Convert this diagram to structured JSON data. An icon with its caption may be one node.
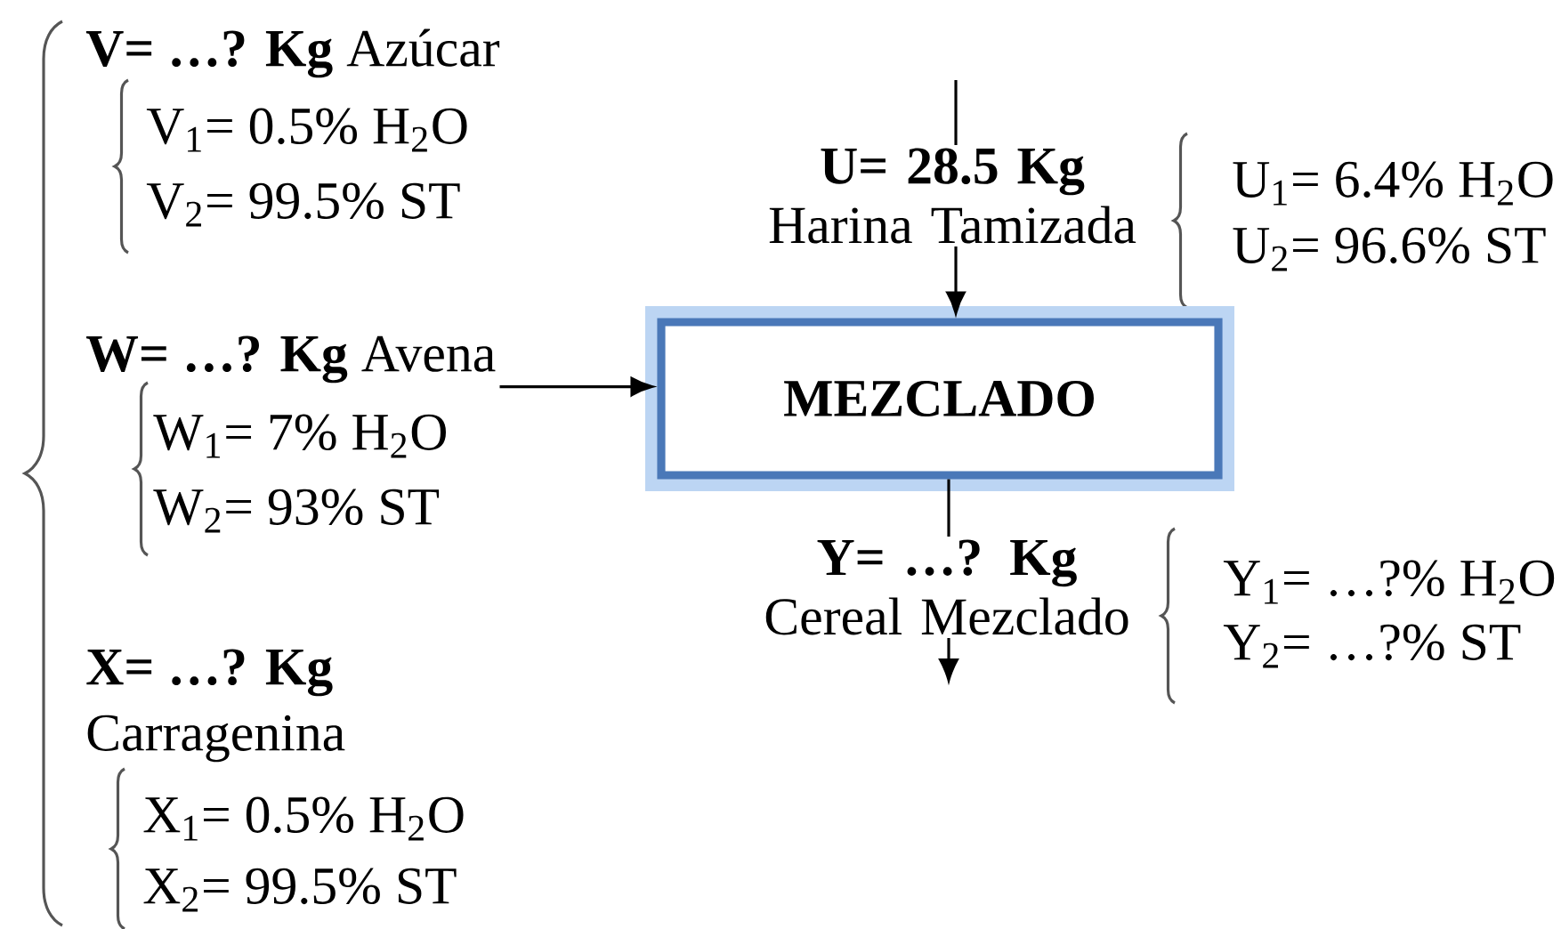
{
  "diagram": {
    "nodes": [
      {
        "text": [
          "MEZCLADO"
        ]
      },
      {
        "text": [
          "**W= …? Kg** Avena"
        ]
      }
    ],
    "edges": [
      {
        "from": null,
        "to": 0,
        "arrow": "to",
        "label": "**U= 28.5 Kg** Harina Tamizada"
      },
      {
        "from": 1,
        "to": 0,
        "arrow": "to"
      },
      {
        "from": 0,
        "to": null,
        "arrow": "to",
        "label": "**Y= …? Kg** Cereal Mezclado"
      }
    ],
    "labels": [
      "**V= …? Kg** Azúcar",
      "V$_{1}$= 0.5% H$_{2}$O",
      "V$_{2}$= 99.5% ST",
      "W$_{1}$= 7% H$_{2}$O",
      "W$_{2}$= 93% ST",
      "**X= …? Kg**",
      "Carragenina",
      "X$_{1}$= 0.5% H$_{2}$O",
      "X$_{2}$= 99.5% ST",
      "U$_{1}$= 6.4% H$_{2}$O",
      "U$_{2}$= 96.6% ST",
      "Y$_{1}$= …?% H$_{2}$O",
      "Y$_{2}$= …?% ST"
    ]
  }
}
